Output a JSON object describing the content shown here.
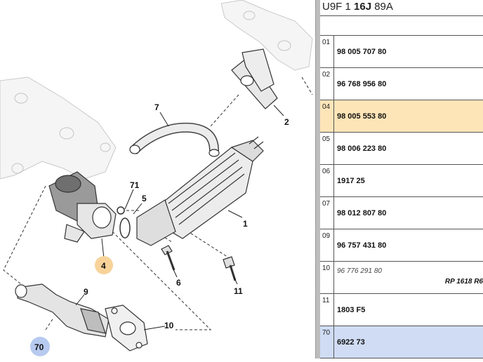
{
  "header": {
    "prefix": "U9F 1 ",
    "bold": "16J",
    "suffix": " 89A"
  },
  "colors": {
    "highlight_orange": "#fde5b8",
    "highlight_blue": "#cfdcf4",
    "callout_orange": "#f7d39a",
    "callout_blue": "#b7caef"
  },
  "rows": [
    {
      "idx": "01",
      "ref": "98 005 707 80"
    },
    {
      "idx": "02",
      "ref": "96 768 956 80"
    },
    {
      "idx": "04",
      "ref": "98 005 553 80",
      "highlight": "orange"
    },
    {
      "idx": "05",
      "ref": "98 006 223 80"
    },
    {
      "idx": "06",
      "ref": "1917 25"
    },
    {
      "idx": "07",
      "ref": "98 012 807 80"
    },
    {
      "idx": "09",
      "ref": "96 757 431 80"
    },
    {
      "idx": "10",
      "ref": "96 776 291 80",
      "note": "RP 1618 R6"
    },
    {
      "idx": "11",
      "ref": "1803 F5"
    },
    {
      "idx": "70",
      "ref": "6922 73",
      "highlight": "blue"
    }
  ],
  "diagram": {
    "callouts": {
      "c1": "1",
      "c2": "2",
      "c4": "4",
      "c5": "5",
      "c6": "6",
      "c7": "7",
      "c9": "9",
      "c10": "10",
      "c11": "11",
      "c70": "70",
      "c71": "71"
    }
  }
}
